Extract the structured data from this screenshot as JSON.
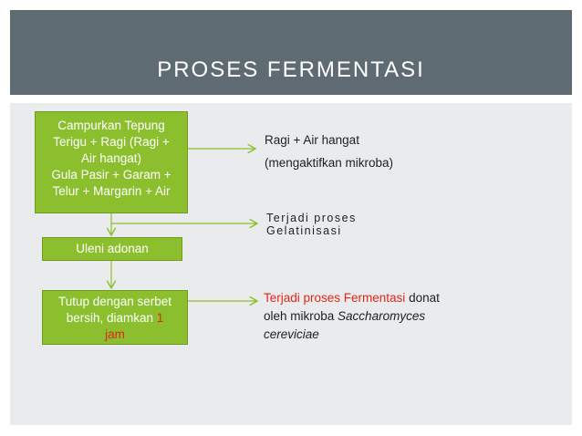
{
  "slide": {
    "title": "PROSES FERMENTASI"
  },
  "steps": [
    {
      "line1": "Campurkan Tepung",
      "line2": "Terigu + Ragi (Ragi +",
      "line3": "Air hangat)",
      "line4": "Gula Pasir + Garam +",
      "line5": "Telur + Margarin + Air"
    },
    {
      "label": "Uleni adonan"
    },
    {
      "line1": "Tutup dengan serbet",
      "line2_before": "bersih, diamkan ",
      "line2_red": "1",
      "line3": "jam"
    }
  ],
  "notes": {
    "note1_line1": "Ragi + Air hangat",
    "note1_line2": "(mengaktifkan mikroba)",
    "note2_line1": "Terjadi proses",
    "note2_line2": "Gelatinisasi",
    "note3_red": "Terjadi proses Fermentasi",
    "note3_after": " donat",
    "note3_line2_before": "oleh mikroba ",
    "note3_line2_italic": "Saccharomyces",
    "note3_line3_italic": "cereviciae"
  },
  "colors": {
    "header": "#5f6b73",
    "box_fill": "#8cbf2e",
    "accent_red": "#e0261c",
    "connector": "#8cbf2e"
  }
}
